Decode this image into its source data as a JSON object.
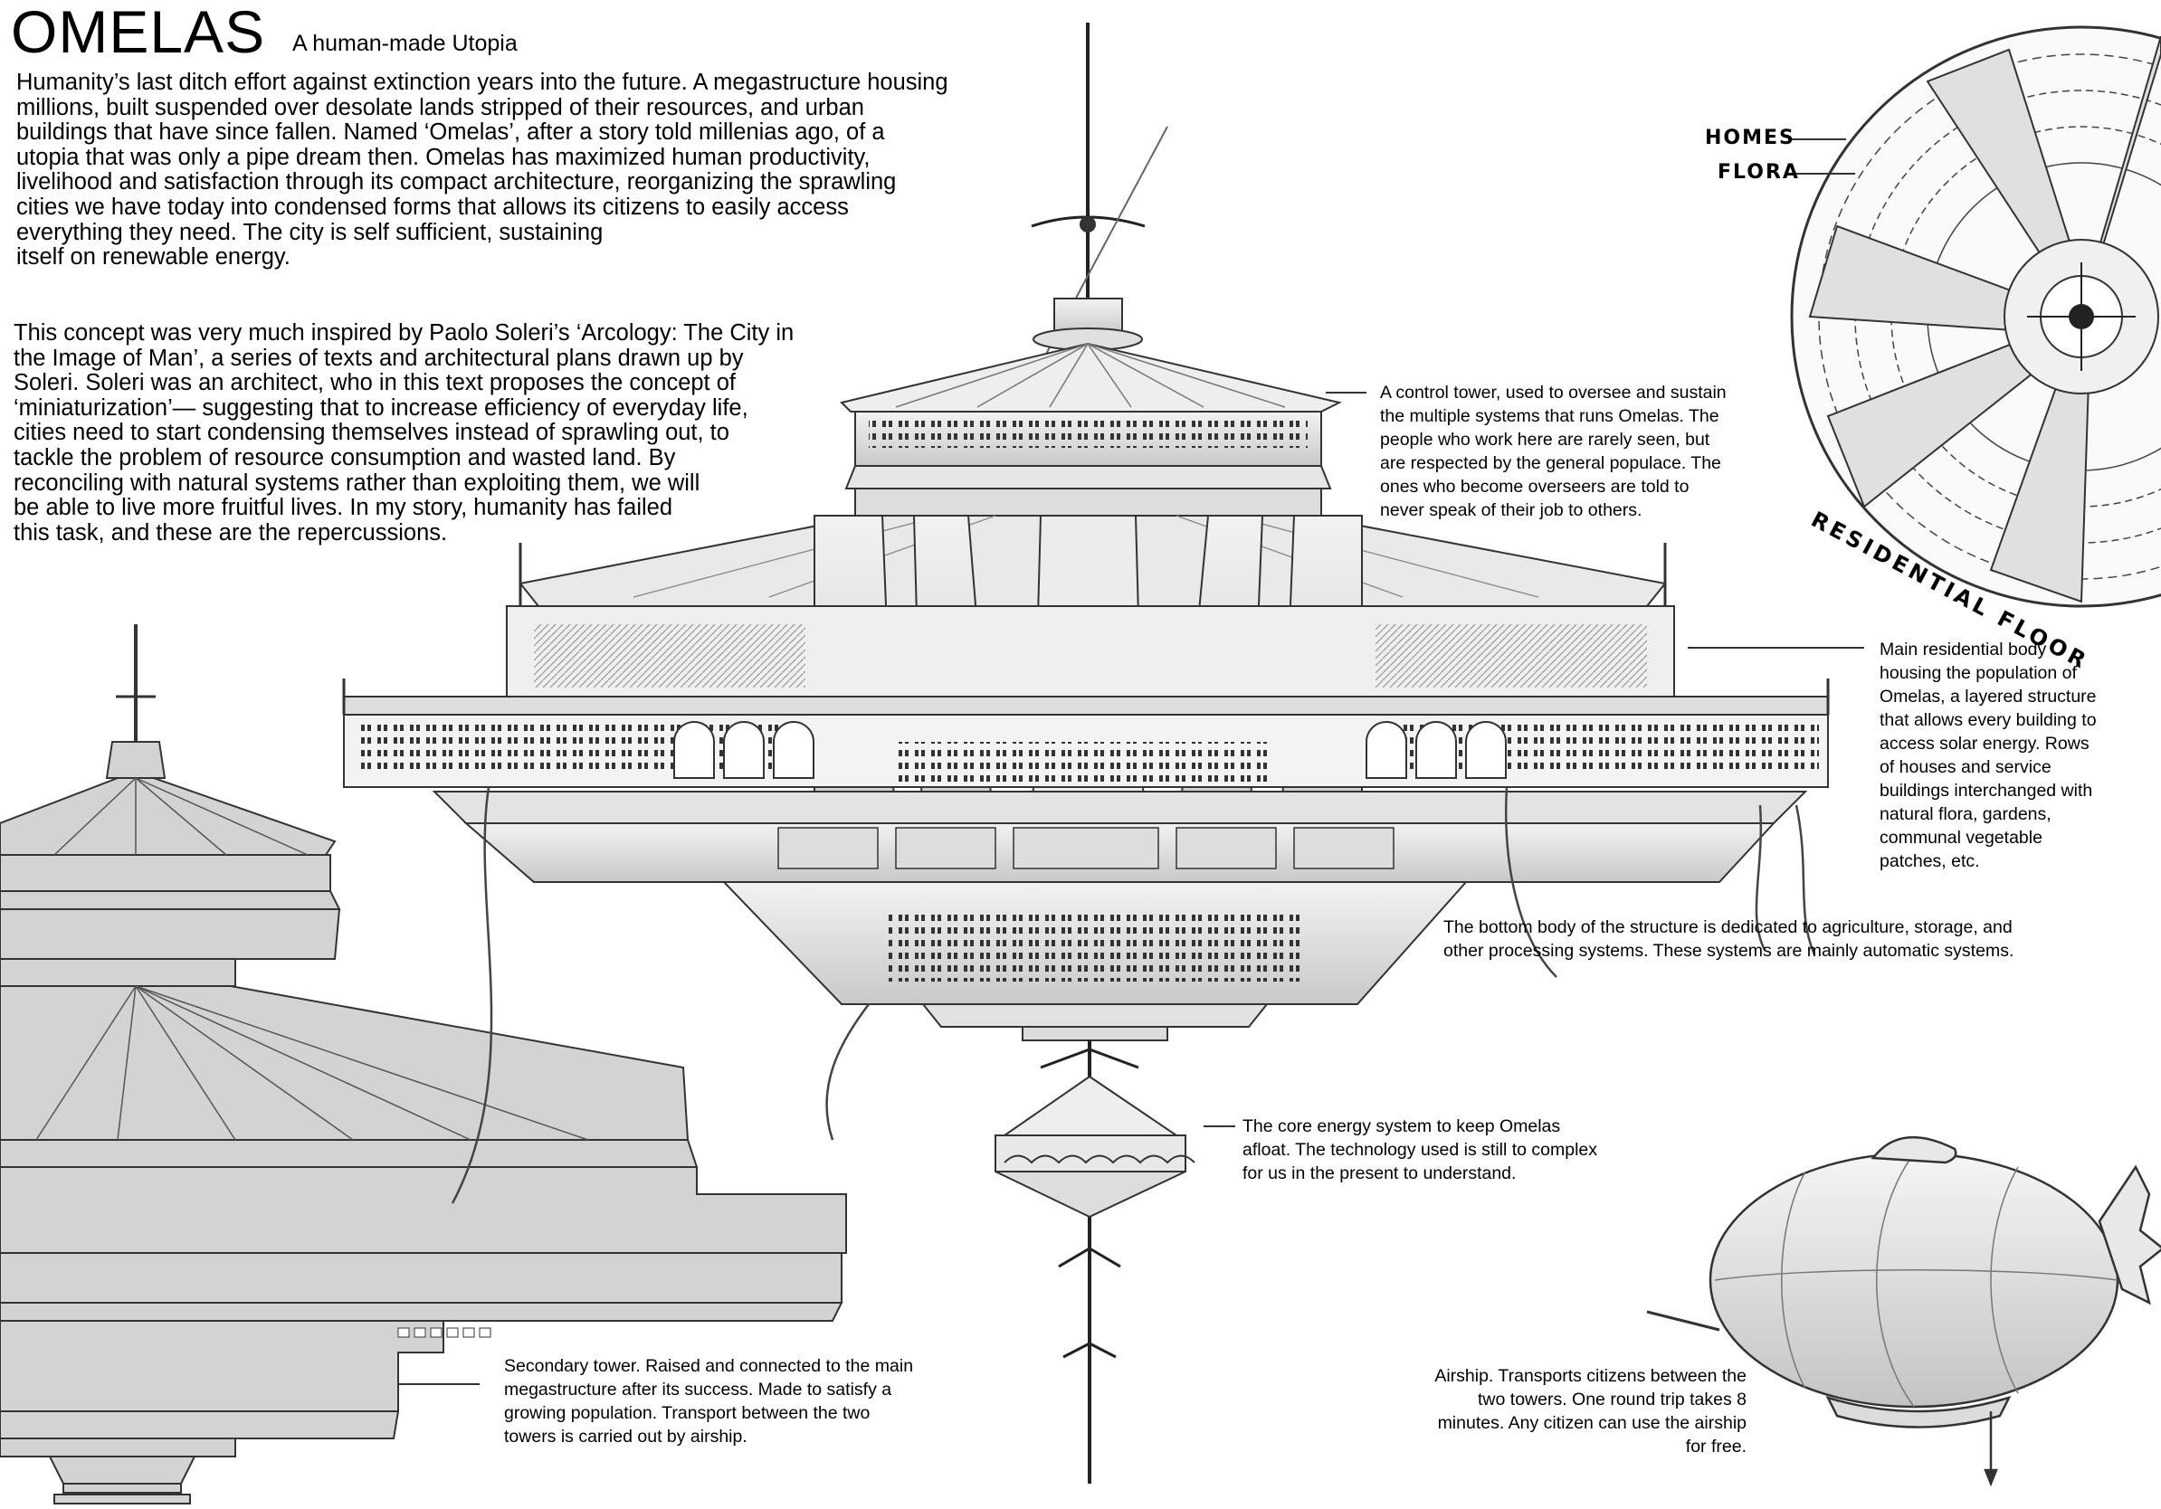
{
  "header": {
    "title": "OMELAS",
    "subtitle": "A human-made Utopia"
  },
  "intro_lines": [
    "Humanity’s last ditch effort against extinction years into the future. A megastructure housing",
    "millions, built suspended over desolate lands stripped of their resources, and urban",
    "buildings that have since fallen. Named ‘Omelas’, after a story told millenias ago, of a",
    "utopia that was only a pipe dream then. Omelas has maximized human productivity,",
    "livelihood and satisfaction through its compact architecture, reorganizing the sprawling",
    "cities we have today into condensed forms that allows its citizens to easily access",
    "everything they need. The city is self sufficient, sustaining",
    "itself on renewable energy."
  ],
  "concept_lines": [
    "This concept was very much inspired by Paolo Soleri’s ‘Arcology: The City in",
    "the Image of Man’, a series of texts and architectural plans drawn up by",
    "Soleri. Soleri was an architect, who in this text proposes the concept of",
    "‘miniaturization’— suggesting that to increase efficiency of everyday life,",
    "cities need to start condensing themselves instead of sprawling out, to",
    "tackle the problem of resource consumption and wasted land. By",
    "reconciling with natural systems rather than exploiting them, we will",
    "be able to live more fruitful lives. In my story, humanity has failed",
    "this task, and these are the repercussions."
  ],
  "annotations": {
    "control_tower": [
      "A control tower, used to oversee and sustain",
      "the multiple systems that runs Omelas. The",
      "people who work here are rarely seen, but",
      "are respected by the general populace. The",
      "ones who become overseers are told to",
      "never speak of their job to others."
    ],
    "residential_body": [
      "Main residential body",
      "housing the population of",
      "Omelas, a layered structure",
      "that allows every building to",
      "access solar energy. Rows",
      "of houses and service",
      "buildings interchanged with",
      "natural flora, gardens,",
      "communal vegetable",
      "patches, etc."
    ],
    "bottom_body": [
      "The bottom body of the structure is dedicated to agriculture, storage, and",
      "other processing systems. These systems are mainly automatic systems."
    ],
    "core_energy": [
      "The core energy system to keep Omelas",
      "afloat. The technology used is still to complex",
      "for us in the present to understand."
    ],
    "secondary_tower": [
      "Secondary tower. Raised and connected to the main",
      "megastructure after its success. Made to satisfy a",
      "growing population. Transport between the two",
      "towers is carried out by airship."
    ],
    "airship": [
      "Airship. Transports citizens between the",
      "two towers. One round trip takes 8",
      "minutes. Any citizen can use the airship",
      "for free."
    ]
  },
  "floor_plan": {
    "label_homes": "HOMES",
    "label_flora": "FLORA",
    "label_floor": "RESIDENTIAL FLOOR"
  },
  "colors": {
    "ink": "#222222",
    "secondary_tower_fill": "#d3d3d3",
    "sketch_shade": "#bdbdbd"
  }
}
